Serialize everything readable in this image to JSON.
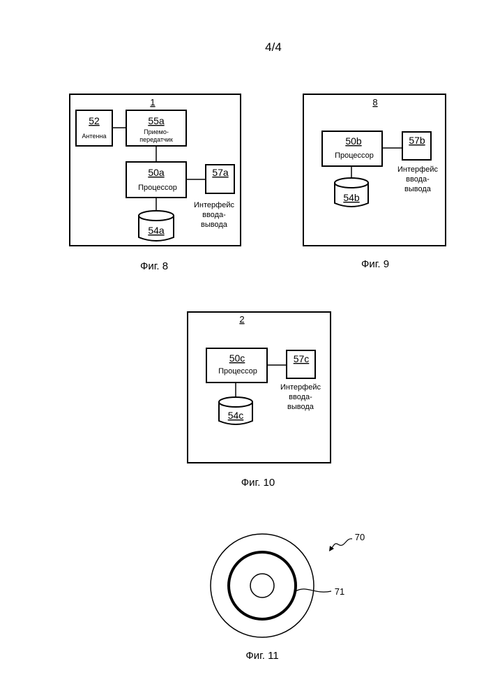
{
  "page_number": "4/4",
  "fig8": {
    "device_ref": "1",
    "antenna": {
      "ref": "52",
      "label": "Антенна"
    },
    "transceiver": {
      "ref": "55a",
      "label_line1": "Приемо-",
      "label_line2": "передатчик"
    },
    "processor": {
      "ref": "50a",
      "label": "Процессор"
    },
    "io": {
      "ref": "57a",
      "label_line1": "Интерфейс",
      "label_line2": "ввода-",
      "label_line3": "вывода"
    },
    "memory": {
      "ref": "54a"
    },
    "caption": "Фиг. 8"
  },
  "fig9": {
    "device_ref": "8",
    "processor": {
      "ref": "50b",
      "label": "Процессор"
    },
    "io": {
      "ref": "57b",
      "label_line1": "Интерфейс",
      "label_line2": "ввода-",
      "label_line3": "вывода"
    },
    "memory": {
      "ref": "54b"
    },
    "caption": "Фиг. 9"
  },
  "fig10": {
    "device_ref": "2",
    "processor": {
      "ref": "50c",
      "label": "Процессор"
    },
    "io": {
      "ref": "57c",
      "label_line1": "Интерфейс",
      "label_line2": "ввода-",
      "label_line3": "вывода"
    },
    "memory": {
      "ref": "54c"
    },
    "caption": "Фиг. 10"
  },
  "fig11": {
    "ref_disc": "70",
    "ref_ring": "71",
    "caption": "Фиг. 11"
  }
}
